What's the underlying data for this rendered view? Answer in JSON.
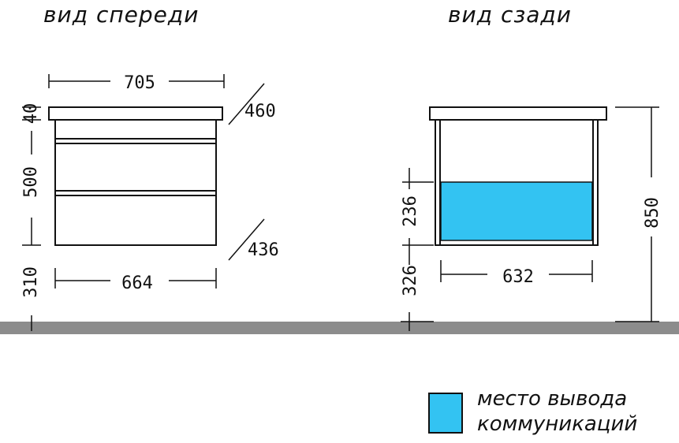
{
  "titles": {
    "front": "вид спереди",
    "back": "вид сзади"
  },
  "front_view": {
    "dim_top_width": "705",
    "dim_depth_top": "460",
    "dim_top_thickness": "40",
    "dim_body_height": "500",
    "dim_depth_bottom": "436",
    "dim_floor_gap": "310",
    "dim_bottom_width": "664"
  },
  "back_view": {
    "dim_comm_height": "236",
    "dim_comm_offset": "326",
    "dim_comm_width": "632",
    "dim_total_height": "850"
  },
  "legend": {
    "line1": "место вывода",
    "line2": "коммуникаций",
    "color": "#33c3f2"
  },
  "colors": {
    "floor": "#8c8c8c",
    "comm_zone": "#33c3f2",
    "lines": "#111111"
  }
}
